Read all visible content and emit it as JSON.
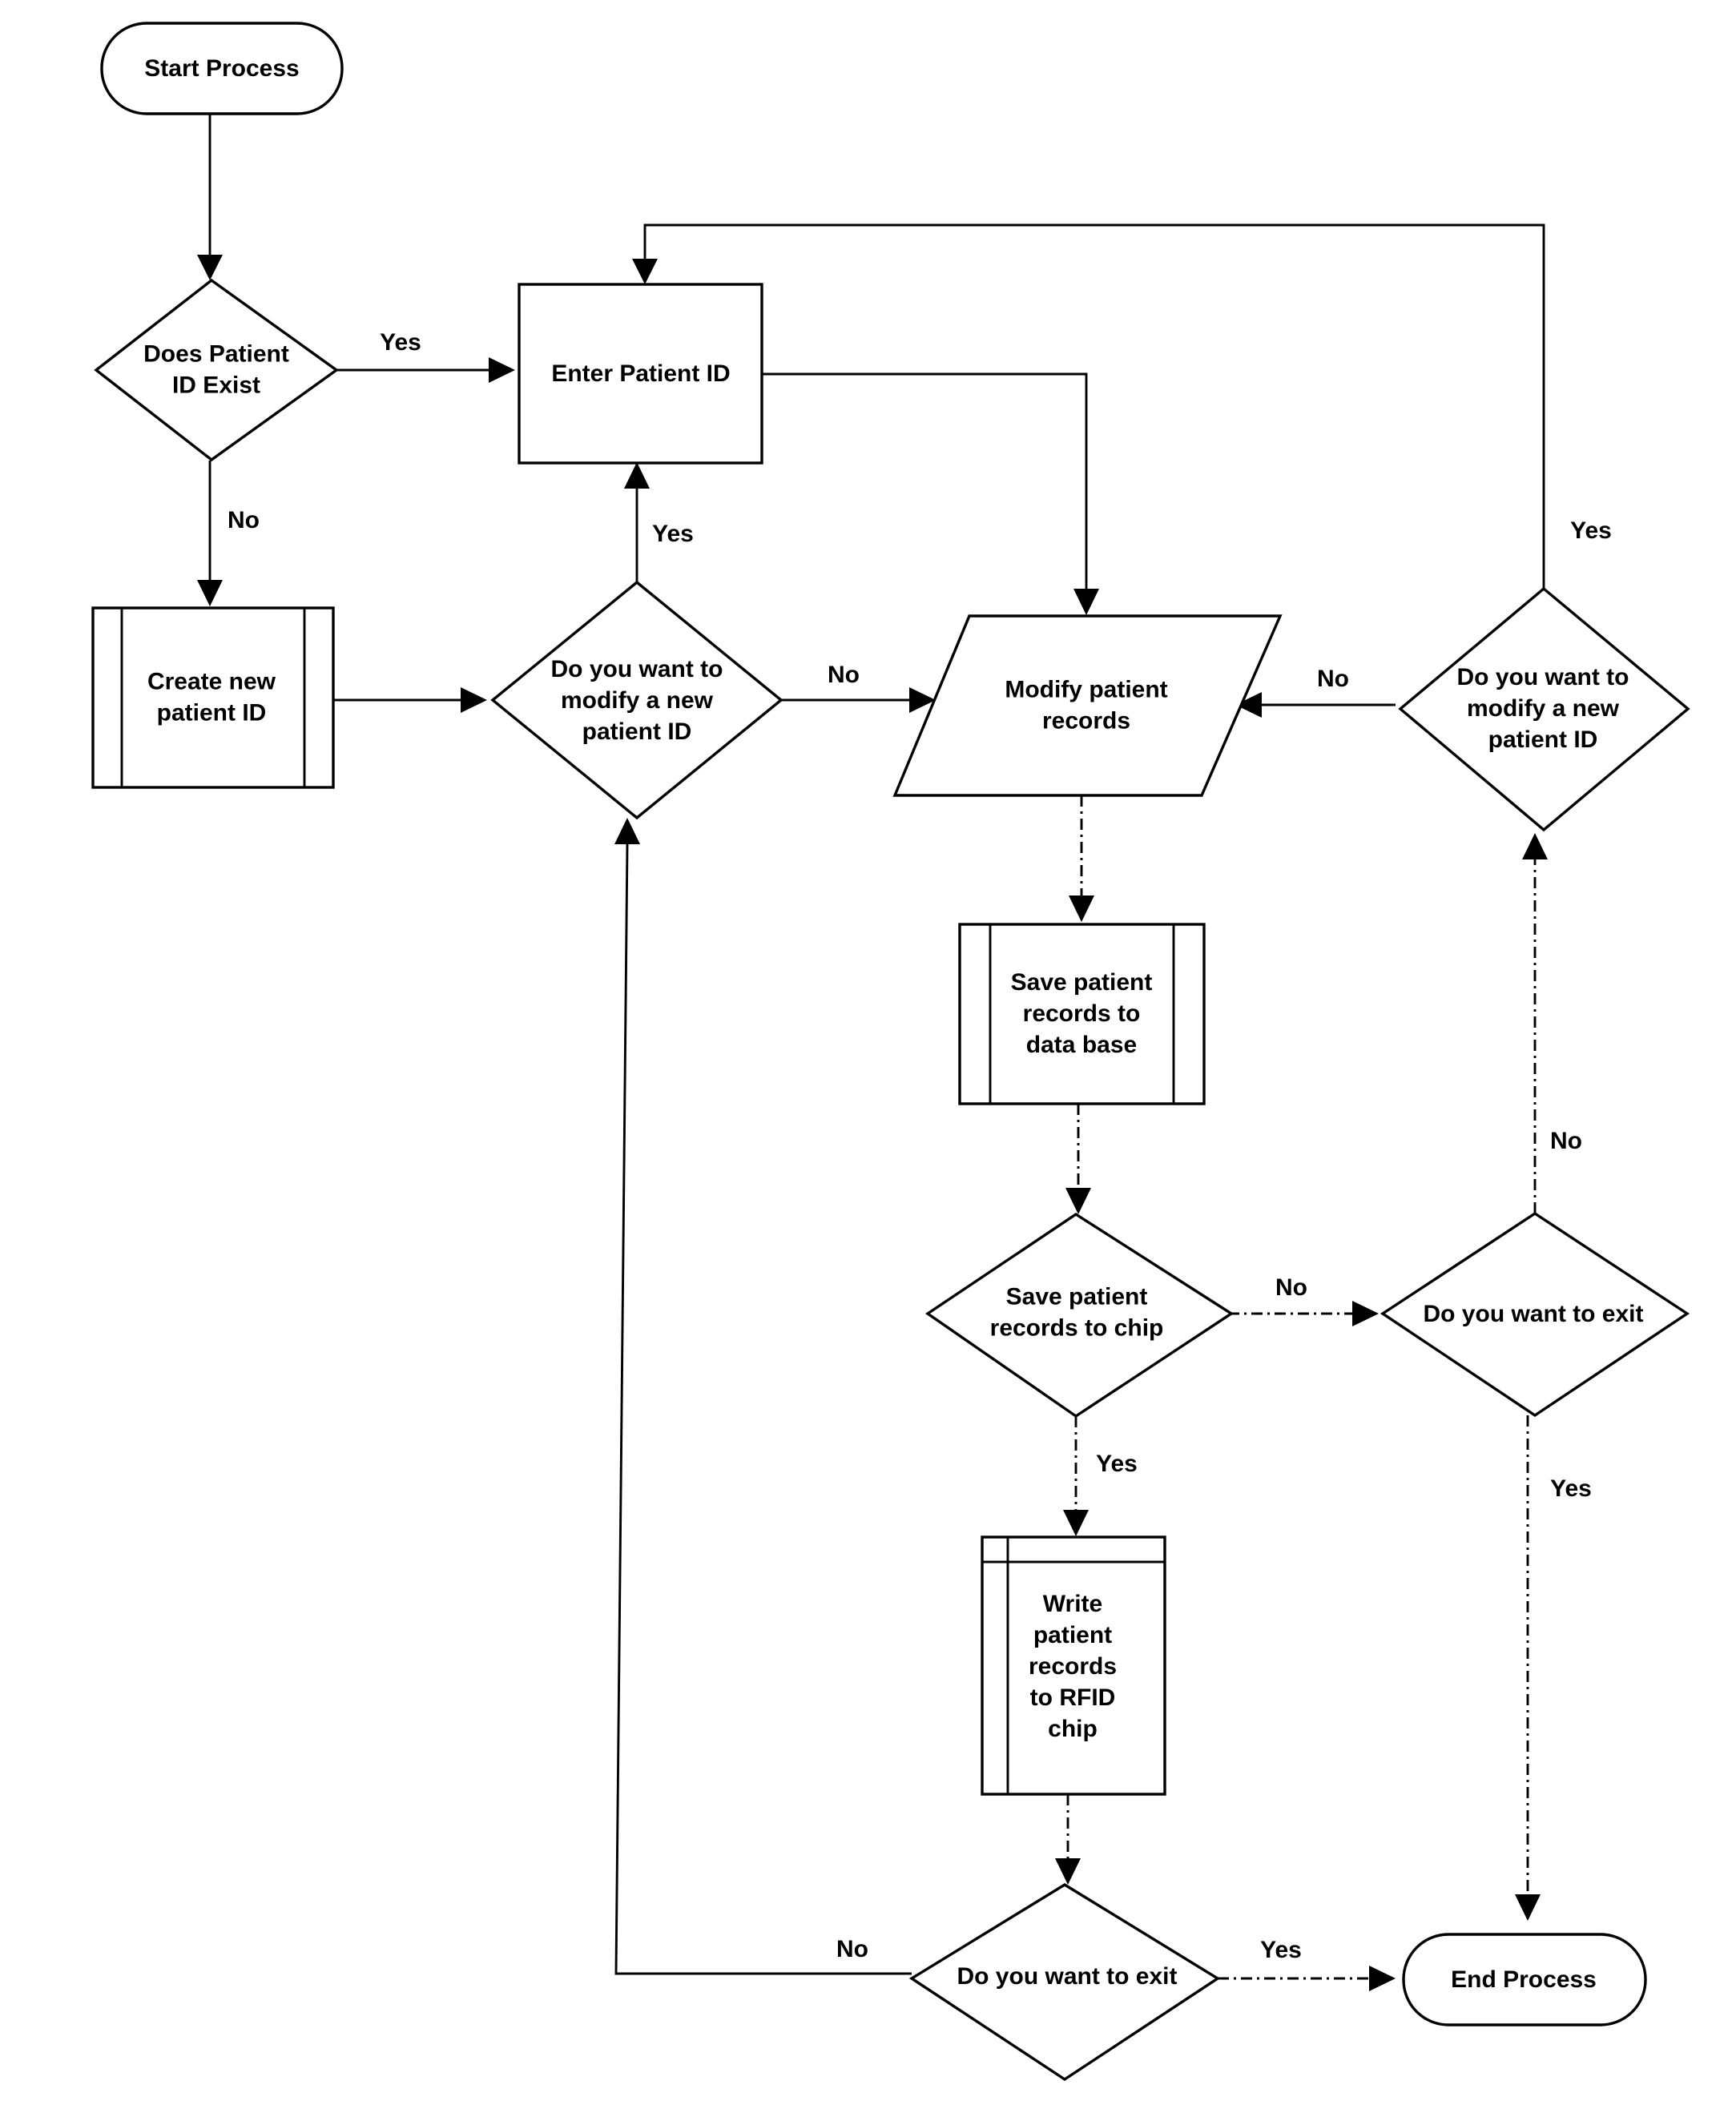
{
  "nodes": {
    "start": {
      "lines": [
        "Start Process"
      ]
    },
    "exists_decision": {
      "lines": [
        "Does Patient",
        "ID Exist"
      ]
    },
    "enter_id": {
      "lines": [
        "Enter Patient ID"
      ]
    },
    "create_id": {
      "lines": [
        "Create new",
        "patient ID"
      ]
    },
    "modify_decision_left": {
      "lines": [
        "Do you want to",
        "modify a new",
        "patient ID"
      ]
    },
    "modify_records": {
      "lines": [
        "Modify patient",
        "records"
      ]
    },
    "modify_decision_right": {
      "lines": [
        "Do you want to",
        "modify a new",
        "patient ID"
      ]
    },
    "save_db": {
      "lines": [
        "Save patient",
        "records to",
        "data base"
      ]
    },
    "save_chip_decision": {
      "lines": [
        "Save patient",
        "records to chip"
      ]
    },
    "exit_decision_right": {
      "lines": [
        "Do you want to exit"
      ]
    },
    "write_rfid": {
      "lines": [
        "Write",
        "patient",
        "records",
        "to RFID",
        "chip"
      ]
    },
    "exit_decision_bottom": {
      "lines": [
        "Do you want to exit"
      ]
    },
    "end": {
      "lines": [
        "End Process"
      ]
    }
  },
  "edge_labels": {
    "exists_yes": "Yes",
    "exists_no": "No",
    "modify_left_yes": "Yes",
    "modify_left_no": "No",
    "modify_right_no": "No",
    "modify_right_yes": "Yes",
    "save_chip_no": "No",
    "save_chip_yes": "Yes",
    "exit_right_no": "No",
    "exit_right_yes": "Yes",
    "exit_bottom_no": "No",
    "exit_bottom_yes": "Yes"
  }
}
